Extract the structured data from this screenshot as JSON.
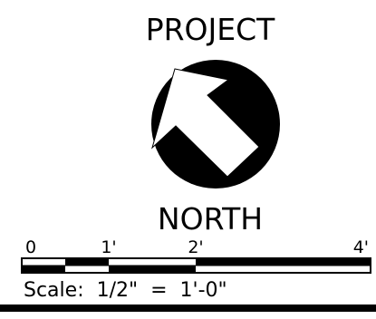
{
  "compass": {
    "top_label": "PROJECT",
    "bottom_label": "NORTH",
    "arrow_icon": "north-arrow-icon"
  },
  "scale_bar": {
    "ticks": [
      {
        "label": "0",
        "feet": 0
      },
      {
        "label": "1'",
        "feet": 1
      },
      {
        "label": "2'",
        "feet": 2
      },
      {
        "label": "4'",
        "feet": 4
      }
    ],
    "scale_text": "Scale:  1/2\"  =  1'-0\""
  },
  "colors": {
    "ink": "#000000",
    "paper": "#ffffff"
  }
}
